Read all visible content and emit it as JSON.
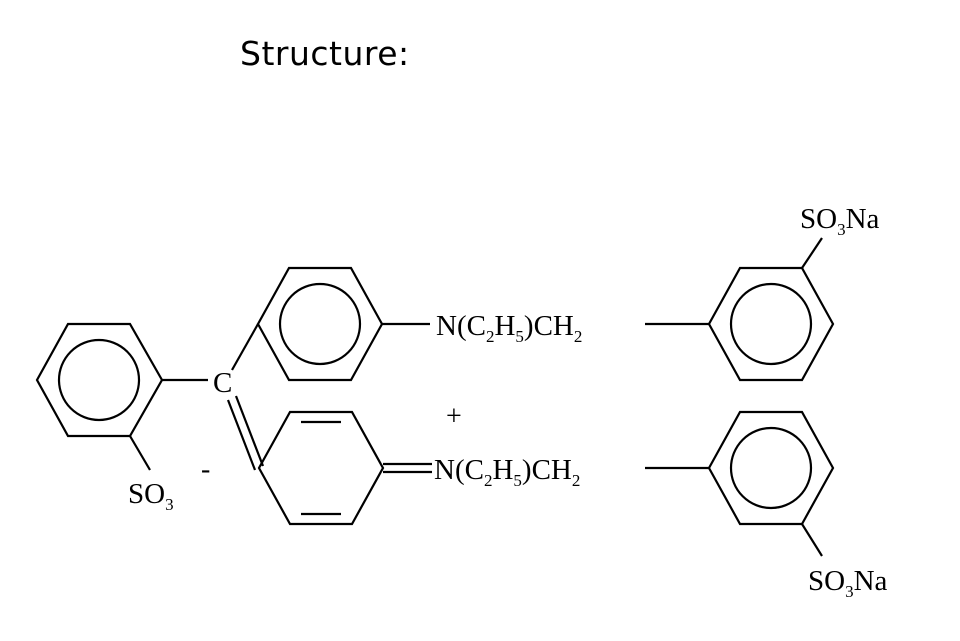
{
  "title": "Structure:",
  "atoms": {
    "central_carbon": "C",
    "amine": "N(C",
    "ethyl_h": "H",
    "methylene": ")CH",
    "sulfonate": "SO",
    "sodium": "Na",
    "sub_2": "2",
    "sub_5": "5",
    "sub_3": "3"
  },
  "charges": {
    "positive": "+",
    "negative": "-"
  },
  "icons": {
    "benzene_ring": "benzene-ring-icon",
    "quinoid_ring": "quinoid-ring-icon"
  },
  "colors": {
    "ink": "#000000",
    "background": "#ffffff"
  }
}
